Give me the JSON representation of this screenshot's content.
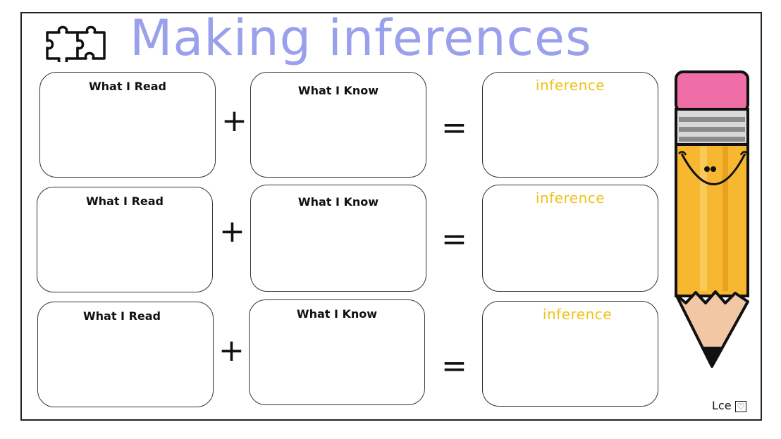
{
  "worksheet": {
    "title": "Making inferences",
    "credit": "Lce",
    "credit_heart": "♡",
    "rows": [
      {
        "read_label": "What I Read",
        "know_label": "What I Know",
        "inference_label": "inference",
        "plus": "+",
        "equals": "="
      },
      {
        "read_label": "What I Read",
        "know_label": "What I Know",
        "inference_label": "inference",
        "plus": "+",
        "equals": "="
      },
      {
        "read_label": "What I Read",
        "know_label": "What I Know",
        "inference_label": "inference",
        "plus": "+",
        "equals": "="
      }
    ]
  },
  "colors": {
    "title": "#9aa0ec",
    "inference_label": "#f0c21b",
    "pencil_body": "#f7b731",
    "pencil_eraser": "#f06ea8",
    "pencil_band": "#9a9a9a"
  },
  "icons": [
    "puzzle-piece-icon",
    "pencil-character-icon"
  ]
}
